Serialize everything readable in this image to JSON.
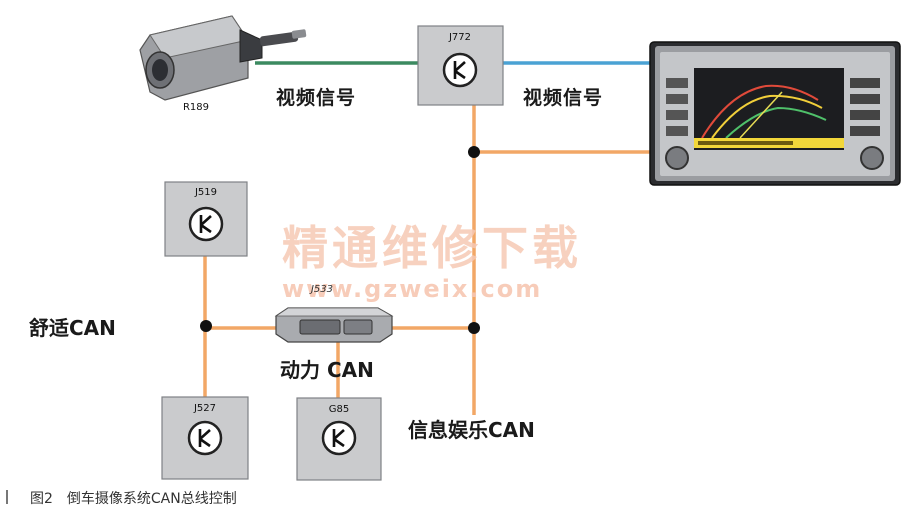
{
  "components": {
    "camera": {
      "label": "R189"
    },
    "j772": {
      "label": "J772"
    },
    "j519": {
      "label": "J519"
    },
    "j527": {
      "label": "J527"
    },
    "g85": {
      "label": "G85"
    },
    "gateway": {
      "label": "J533"
    }
  },
  "signals": {
    "video_left": "视频信号",
    "video_right": "视频信号"
  },
  "buses": {
    "comfort": "舒适CAN",
    "powertrain": "动力 CAN",
    "infotainment": "信息娱乐CAN"
  },
  "watermark": {
    "text": "精通维修下载",
    "url": "www.gzweix.com"
  },
  "caption": {
    "text": "图2　倒车摄像系统CAN总线控制"
  },
  "colors": {
    "can_wire": "#f2a766",
    "video_wire_camera": "#3c8a60",
    "video_wire_display": "#4aa2d4",
    "ecu_box": "#cacbcd",
    "watermark": "#f6c9b4"
  }
}
